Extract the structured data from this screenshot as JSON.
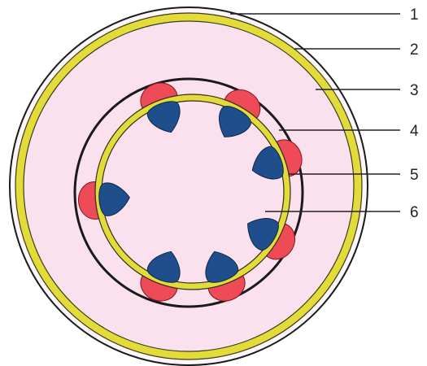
{
  "diagram": {
    "labels": [
      "1",
      "2",
      "3",
      "4",
      "5",
      "6"
    ],
    "colors": {
      "background": "#ffffff",
      "outer_ring": "#1a1a1a",
      "outer_band": "#fdf7fb",
      "yellow_ring": "#e2db3a",
      "cortex": "#fbe1ee",
      "inner_ring": "#1a1a1a",
      "pith": "#fdeef6",
      "phloem_red": "#ef4a57",
      "xylem_blue": "#1e4f8c",
      "leader_line": "#222222"
    },
    "bundle_count": 7
  }
}
